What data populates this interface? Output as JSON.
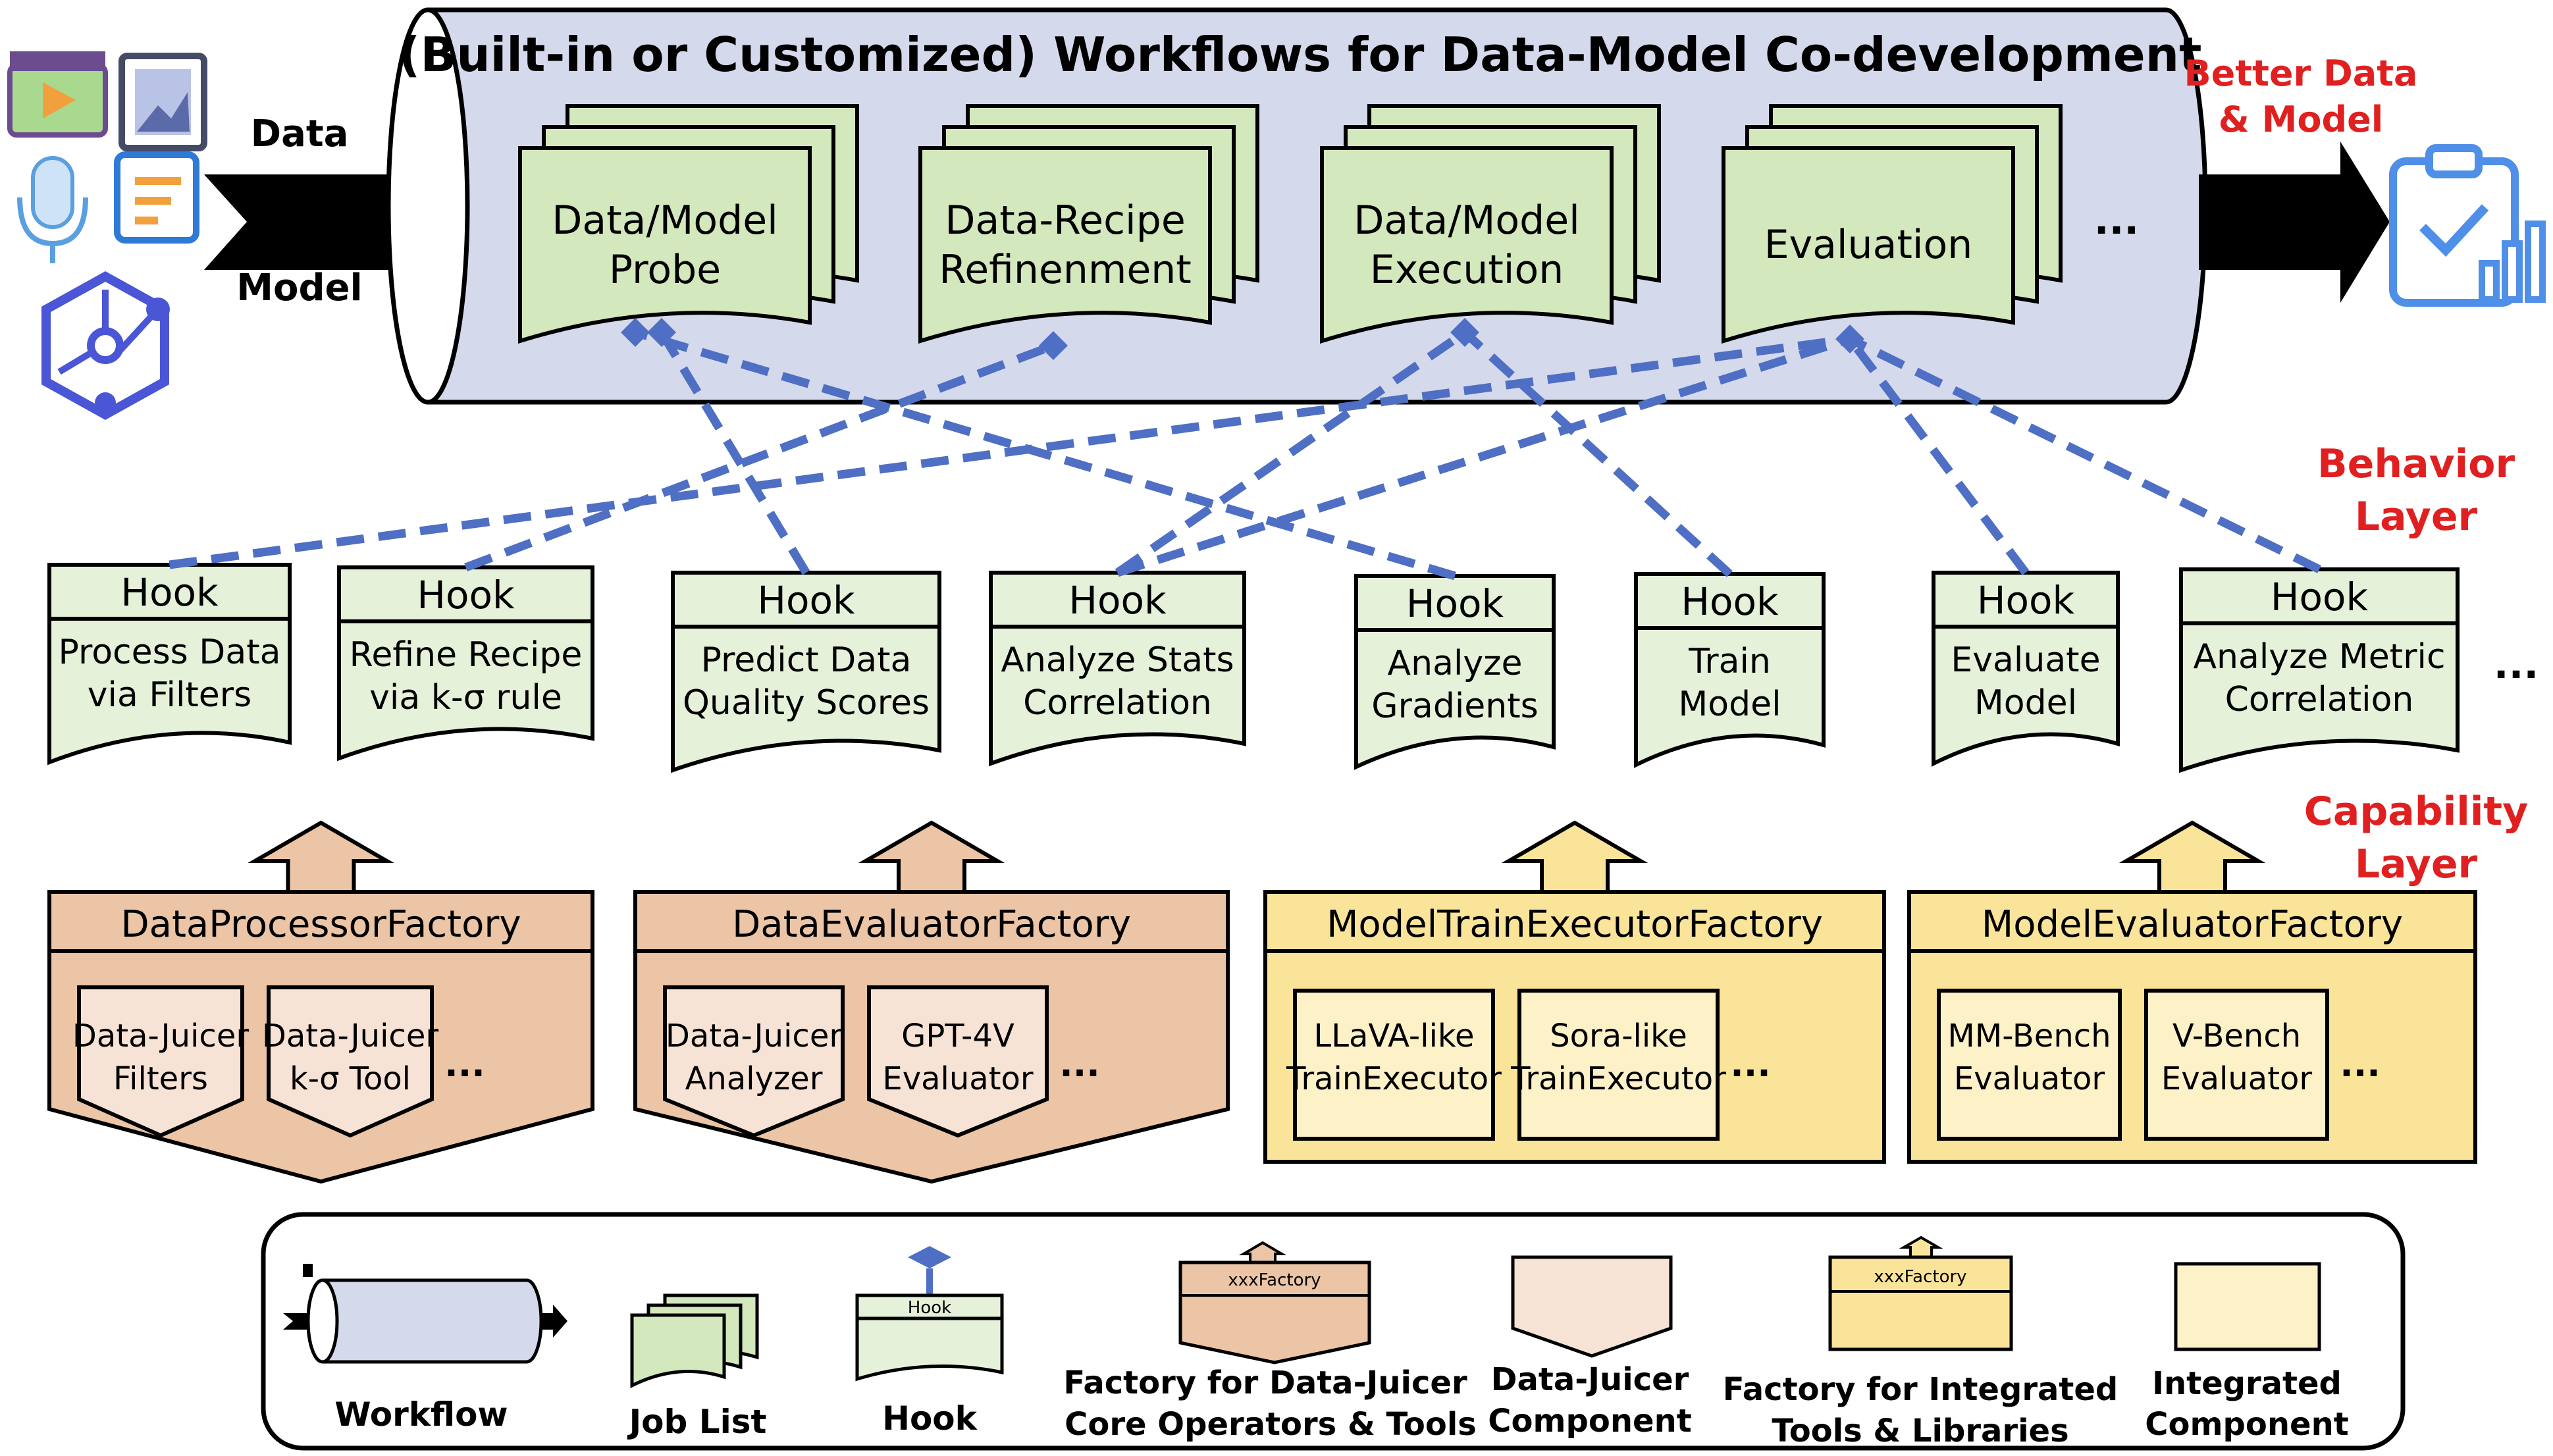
{
  "title": "(Built-in or Customized) Workflows for Data-Model Co-development",
  "inputs": {
    "data_label": "Data",
    "model_label": "Model"
  },
  "output": {
    "label_line1": "Better Data",
    "label_line2": "& Model"
  },
  "layers": {
    "behavior_line1": "Behavior",
    "behavior_line2": "Layer",
    "capability_line1": "Capability",
    "capability_line2": "Layer"
  },
  "workflows": [
    {
      "line1": "Data/Model",
      "line2": "Probe"
    },
    {
      "line1": "Data-Recipe",
      "line2": "Refinenment"
    },
    {
      "line1": "Data/Model",
      "line2": "Execution"
    },
    {
      "line1": "Evaluation",
      "line2": ""
    }
  ],
  "workflow_more": "...",
  "hooks": [
    {
      "title": "Hook",
      "line1": "Process Data",
      "line2": "via Filters"
    },
    {
      "title": "Hook",
      "line1": "Refine Recipe",
      "line2": "via k-σ rule"
    },
    {
      "title": "Hook",
      "line1": "Predict Data",
      "line2": "Quality Scores"
    },
    {
      "title": "Hook",
      "line1": "Analyze Stats",
      "line2": "Correlation"
    },
    {
      "title": "Hook",
      "line1": "Analyze",
      "line2": "Gradients"
    },
    {
      "title": "Hook",
      "line1": "Train",
      "line2": "Model"
    },
    {
      "title": "Hook",
      "line1": "Evaluate",
      "line2": "Model"
    },
    {
      "title": "Hook",
      "line1": "Analyze Metric",
      "line2": "Correlation"
    }
  ],
  "hooks_more": "...",
  "factories": [
    {
      "name": "DataProcessorFactory",
      "kind": "data-juicer",
      "items": [
        {
          "line1": "Data-Juicer",
          "line2": "Filters"
        },
        {
          "line1": "Data-Juicer",
          "line2": "k-σ Tool"
        }
      ],
      "more": "..."
    },
    {
      "name": "DataEvaluatorFactory",
      "kind": "data-juicer",
      "items": [
        {
          "line1": "Data-Juicer",
          "line2": "Analyzer"
        },
        {
          "line1": "GPT-4V",
          "line2": "Evaluator"
        }
      ],
      "more": "..."
    },
    {
      "name": "ModelTrainExecutorFactory",
      "kind": "integrated",
      "items": [
        {
          "line1": "LLaVA-like",
          "line2": "TrainExecutor"
        },
        {
          "line1": "Sora-like",
          "line2": "TrainExecutor"
        }
      ],
      "more": "..."
    },
    {
      "name": "ModelEvaluatorFactory",
      "kind": "integrated",
      "items": [
        {
          "line1": "MM-Bench",
          "line2": "Evaluator"
        },
        {
          "line1": "V-Bench",
          "line2": "Evaluator"
        }
      ],
      "more": "..."
    }
  ],
  "legend": {
    "workflow": "Workflow",
    "job_list": "Job List",
    "hook_mini": "Hook",
    "hook": "Hook",
    "dj_factory_mini": "xxxFactory",
    "dj_factory_line1": "Factory for Data-Juicer",
    "dj_factory_line2": "Core Operators & Tools",
    "dj_component_line1": "Data-Juicer",
    "dj_component_line2": "Component",
    "int_factory_mini": "xxxFactory",
    "int_factory_line1": "Factory for Integrated",
    "int_factory_line2": "Tools & Libraries",
    "int_component_line1": "Integrated",
    "int_component_line2": "Component"
  },
  "colors": {
    "workflow_fill": "#d5d9ec",
    "job_fill": "#d3e8bd",
    "hook_fill": "#e6f1da",
    "dj_factory_fill": "#ebc5a5",
    "dj_component_fill": "#f7e3d5",
    "int_factory_fill": "#fae49a",
    "int_component_fill": "#fdf1c7",
    "arrow_blue": "#4e6fc3",
    "red_text": "#e02020"
  }
}
